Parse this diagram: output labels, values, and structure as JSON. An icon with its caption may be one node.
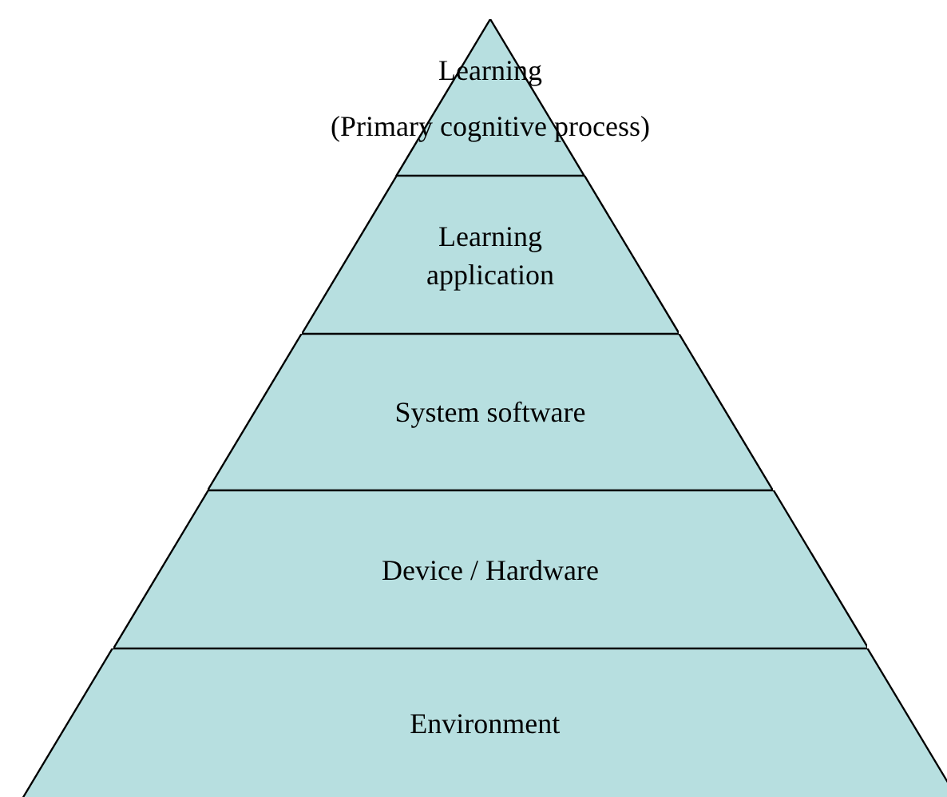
{
  "diagram": {
    "nodes": [
      {
        "text": [
          "Learning",
          "(Primary cognitive process)"
        ]
      },
      {
        "text": [
          "Learning application"
        ]
      },
      {
        "text": [
          "System software"
        ]
      },
      {
        "text": [
          "Device / Hardware"
        ]
      },
      {
        "text": [
          "Environment"
        ]
      }
    ]
  }
}
